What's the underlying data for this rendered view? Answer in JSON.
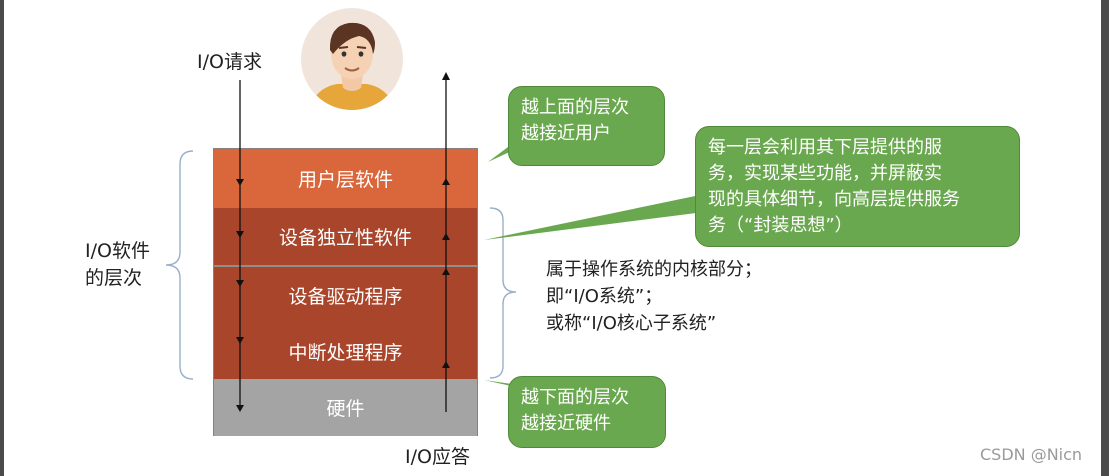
{
  "diagram": {
    "io_request": "I/O请求",
    "io_response": "I/O应答",
    "side_label": [
      "I/O软件",
      "的层次"
    ],
    "layers": [
      {
        "name": "用户层软件",
        "color": "#d9673b"
      },
      {
        "name": "设备独立性软件",
        "color": "#a8452a"
      },
      {
        "name": "设备驱动程序",
        "color": "#a8452a"
      },
      {
        "name": "中断处理程序",
        "color": "#a8452a"
      },
      {
        "name": "硬件",
        "color": "#a4a4a4"
      }
    ],
    "callouts": {
      "top": [
        "越上面的层次",
        "越接近用户"
      ],
      "middle": [
        "每一层会利用其下层提供的服",
        "务，实现某些功能，并屏蔽实",
        "现的具体细节，向高层提供服务",
        "务（“封装思想”）"
      ],
      "bottom": [
        "越下面的层次",
        "越接近硬件"
      ]
    },
    "kernel_note": [
      "属于操作系统的内核部分；",
      "即“I/O系统”；",
      "或称“I/O核心子系统”"
    ],
    "callout_color": "#6aa84f",
    "icons": [
      "user-avatar-icon",
      "down-arrow-icon",
      "up-arrow-icon",
      "brace-icon"
    ]
  },
  "watermark": "CSDN @Nicn"
}
